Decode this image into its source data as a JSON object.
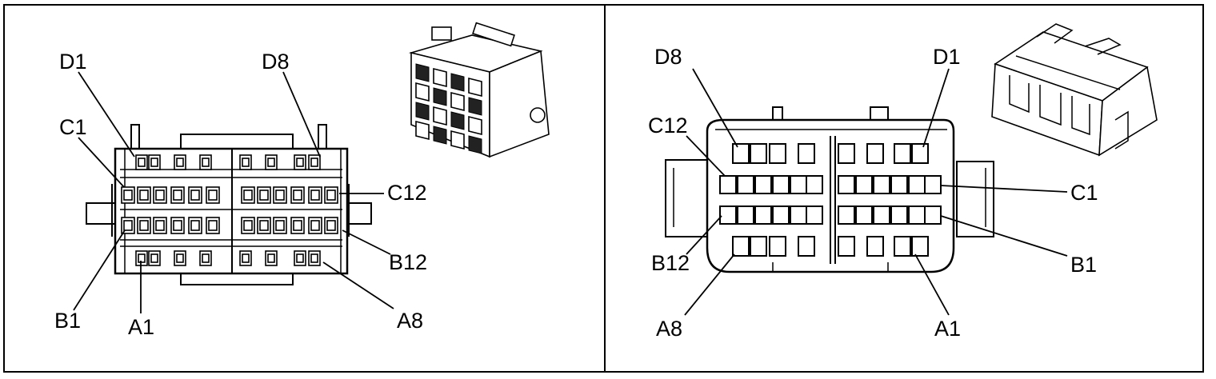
{
  "panels": [
    {
      "id": "left",
      "labels": [
        "D1",
        "D8",
        "C1",
        "C12",
        "B1",
        "B12",
        "A1",
        "A8"
      ]
    },
    {
      "id": "right",
      "labels": [
        "D8",
        "D1",
        "C12",
        "C1",
        "B12",
        "B1",
        "A8",
        "A1"
      ]
    }
  ],
  "colors": {
    "line": "#000000",
    "background": "#ffffff"
  }
}
